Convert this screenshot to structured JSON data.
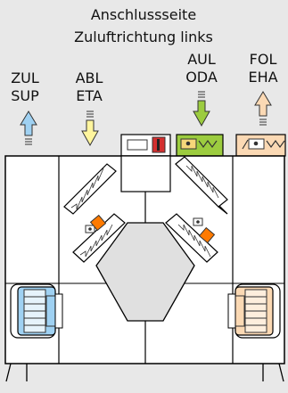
{
  "header": {
    "line1": "Anschlussseite",
    "line2": "Zuluftrichtung links"
  },
  "ports": [
    {
      "code": "ZUL",
      "sub": "SUP",
      "color": "#9fd1f2"
    },
    {
      "code": "ABL",
      "sub": "ETA",
      "color": "#fff59d"
    },
    {
      "code": "AUL",
      "sub": "ODA",
      "color": "#9ccc3f"
    },
    {
      "code": "FOL",
      "sub": "EHA",
      "color": "#fbd9b4"
    }
  ],
  "colors": {
    "background": "#e8e8e8",
    "outline": "#000000",
    "casing": "#ffffff",
    "exchanger": "#e0e0e0",
    "filter_mark": "#ff7a00",
    "switch_red": "#d32f2f",
    "fan_supply": "#9fd1f2",
    "fan_exhaust": "#fbd9b4"
  }
}
